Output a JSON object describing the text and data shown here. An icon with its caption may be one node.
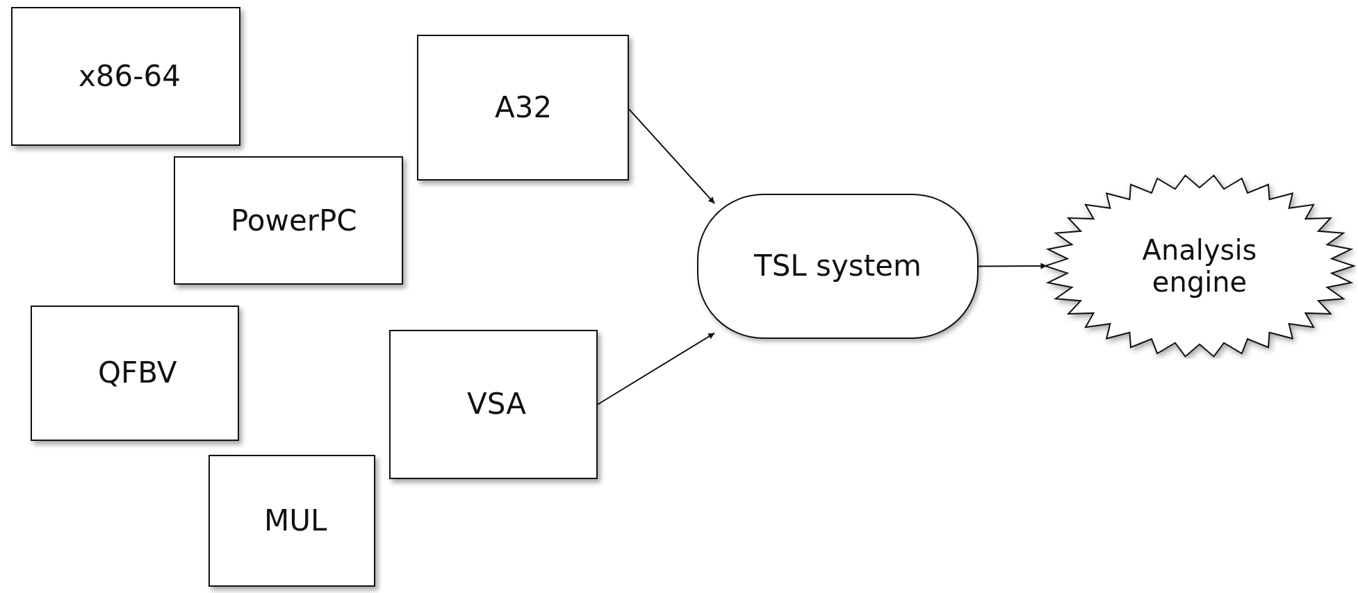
{
  "diagram": {
    "nodes": [
      {
        "text": [
          "x86-64"
        ]
      },
      {
        "text": [
          "A32"
        ]
      },
      {
        "text": [
          "PowerPC"
        ]
      },
      {
        "text": [
          "QFBV"
        ]
      },
      {
        "text": [
          "VSA"
        ]
      },
      {
        "text": [
          "MUL"
        ]
      },
      {
        "text": [
          "TSL system"
        ]
      },
      {
        "text": [
          "Analysis engine"
        ]
      }
    ],
    "edges": [
      {
        "from": 1,
        "to": 6,
        "arrow": "to"
      },
      {
        "from": 4,
        "to": 6,
        "arrow": "to"
      },
      {
        "from": 6,
        "to": 7,
        "arrow": "to"
      }
    ]
  }
}
